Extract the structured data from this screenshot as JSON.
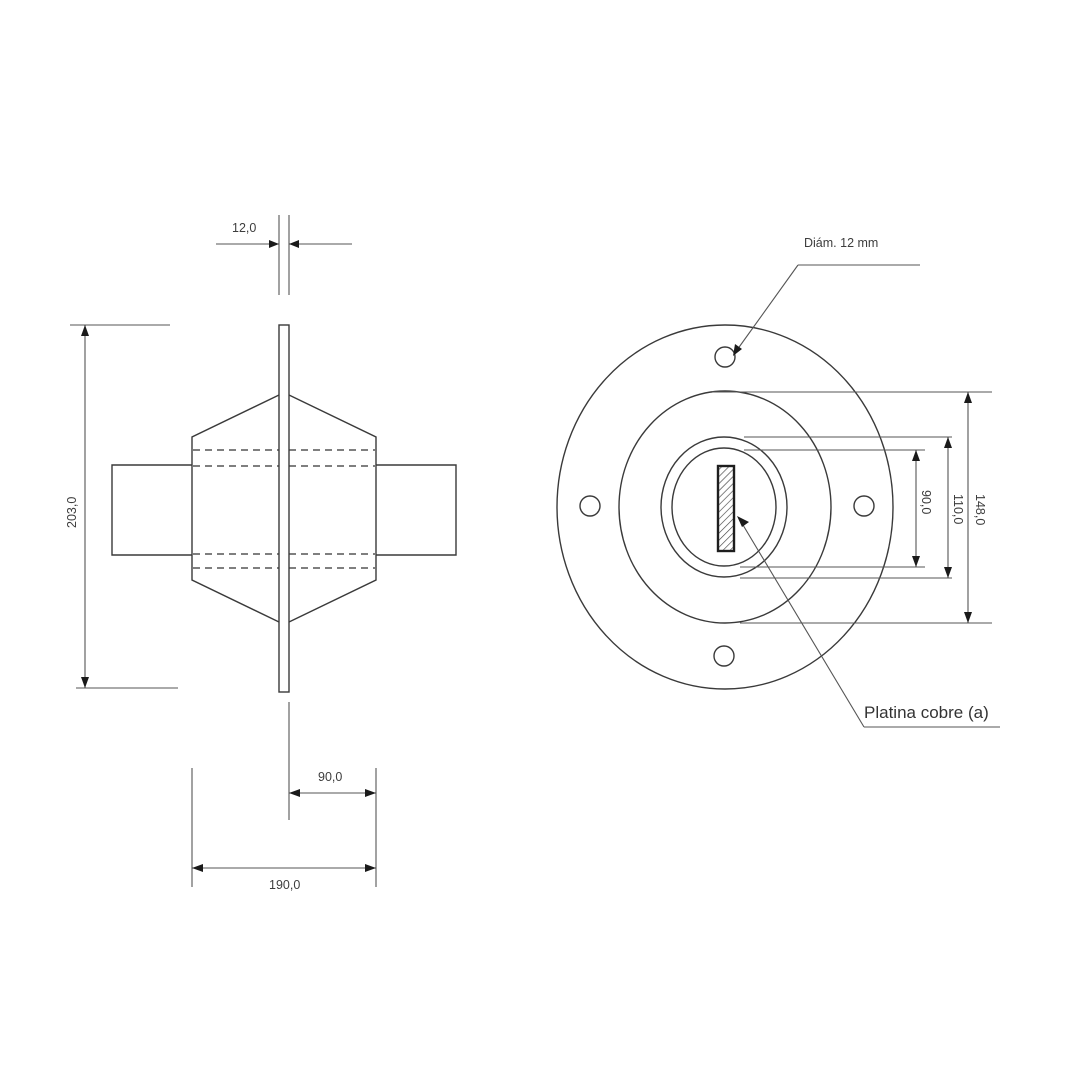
{
  "drawing": {
    "title": "",
    "side_view": {
      "dimensions": {
        "plate_thickness": "12,0",
        "total_height": "203,0",
        "half_body_length": "90,0",
        "body_length": "190,0"
      }
    },
    "front_view": {
      "dimensions": {
        "inner_diameter": "90,0",
        "middle_diameter": "110,0",
        "outer_diameter": "148,0"
      },
      "callouts": {
        "hole_diameter": "Diám. 12 mm",
        "copper_plate": "Platina cobre (a)"
      },
      "bolt_holes": 4
    }
  },
  "colors": {
    "line": "#3a3a3a",
    "text": "#3d3d3d",
    "background": "#ffffff"
  }
}
